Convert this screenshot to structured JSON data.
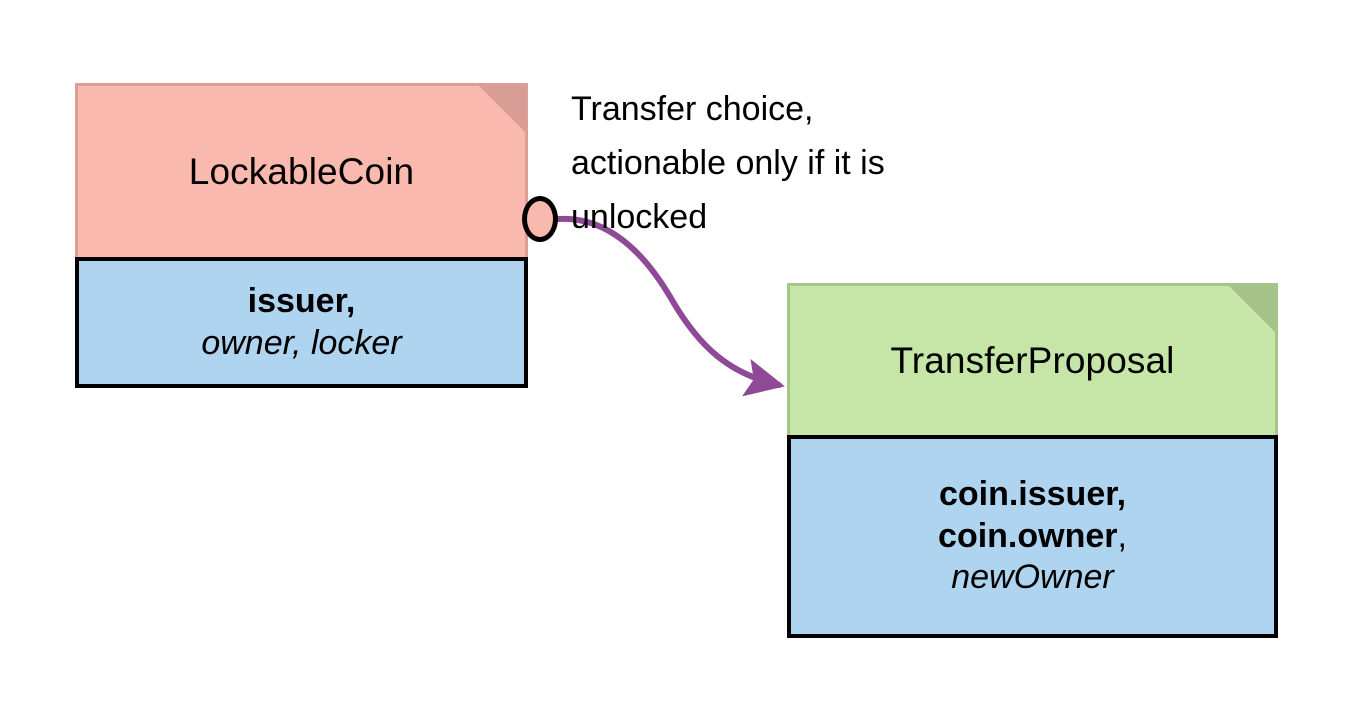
{
  "diagram": {
    "title": "LockableCoin to TransferProposal contract diagram",
    "background_color": "#FFFFFF",
    "nodes": [
      {
        "id": "lockable-coin",
        "header_label": "LockableCoin",
        "header_color": "#FAB9AF",
        "header_fold_color": "#D79C94",
        "body_color": "#AED4EF",
        "body_border_color": "#000000",
        "attributes": [
          {
            "text": "issuer,",
            "style": "bold"
          },
          {
            "text": "owner, locker",
            "style": "italic"
          }
        ]
      },
      {
        "id": "transfer-proposal",
        "header_label": "TransferProposal",
        "header_color": "#C5E6A6",
        "header_fold_color": "#A5C389",
        "body_color": "#AED4EF",
        "body_border_color": "#000000",
        "attributes": [
          {
            "text": "coin.issuer,",
            "style": "bold"
          },
          {
            "text": "coin.owner",
            "style": "bold",
            "suffix": ","
          },
          {
            "text": "newOwner",
            "style": "italic"
          }
        ]
      }
    ],
    "edge": {
      "id": "transfer-choice-edge",
      "label": "Transfer choice,\nactionable only if it is\nunlocked",
      "color": "#8E4A96",
      "source": "lockable-coin",
      "target": "transfer-proposal",
      "source_marker": "choice-circle",
      "target_marker": "arrowhead"
    }
  }
}
